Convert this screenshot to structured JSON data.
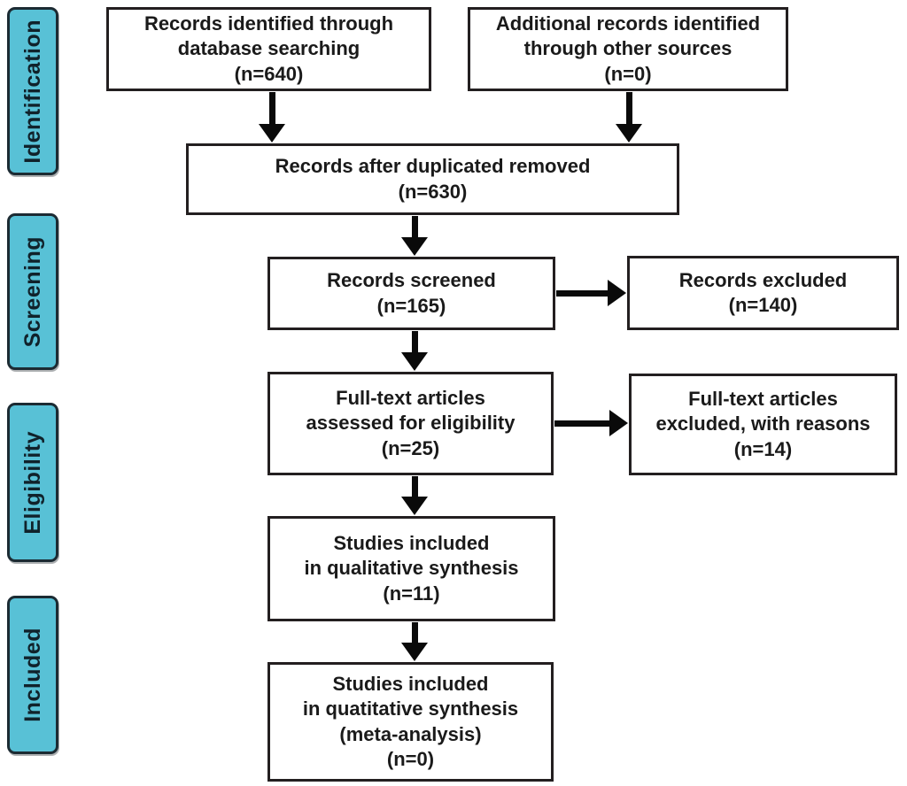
{
  "diagram": {
    "type": "prisma-flow",
    "colors": {
      "stage_fill": "#58c1d6",
      "stage_border": "#1c2b33",
      "box_border": "#231f20",
      "arrow": "#0a0a0a",
      "bg": "#ffffff"
    },
    "stages": [
      {
        "label": "Identification"
      },
      {
        "label": "Screening"
      },
      {
        "label": "Eligibility"
      },
      {
        "label": "Included"
      }
    ],
    "boxes": [
      {
        "id": "db-search",
        "lines": [
          "Records identified through",
          "database searching",
          "(n=640)"
        ],
        "n": 640
      },
      {
        "id": "other-sources",
        "lines": [
          "Additional records identified",
          "through other sources",
          "(n=0)"
        ],
        "n": 0
      },
      {
        "id": "after-dedup",
        "lines": [
          "Records after duplicated removed",
          "(n=630)"
        ],
        "n": 630
      },
      {
        "id": "screened",
        "lines": [
          "Records screened",
          "(n=165)"
        ],
        "n": 165
      },
      {
        "id": "records-excluded",
        "lines": [
          "Records excluded",
          "(n=140)"
        ],
        "n": 140
      },
      {
        "id": "fulltext-assessed",
        "lines": [
          "Full-text articles",
          "assessed for eligibility",
          "(n=25)"
        ],
        "n": 25
      },
      {
        "id": "fulltext-excluded",
        "lines": [
          "Full-text articles",
          "excluded, with reasons",
          "(n=14)"
        ],
        "n": 14
      },
      {
        "id": "qualitative",
        "lines": [
          "Studies included",
          "in qualitative synthesis",
          "(n=11)"
        ],
        "n": 11
      },
      {
        "id": "quantitative",
        "lines": [
          "Studies included",
          "in quatitative synthesis",
          "(meta-analysis)",
          "(n=0)"
        ],
        "n": 0
      }
    ]
  }
}
